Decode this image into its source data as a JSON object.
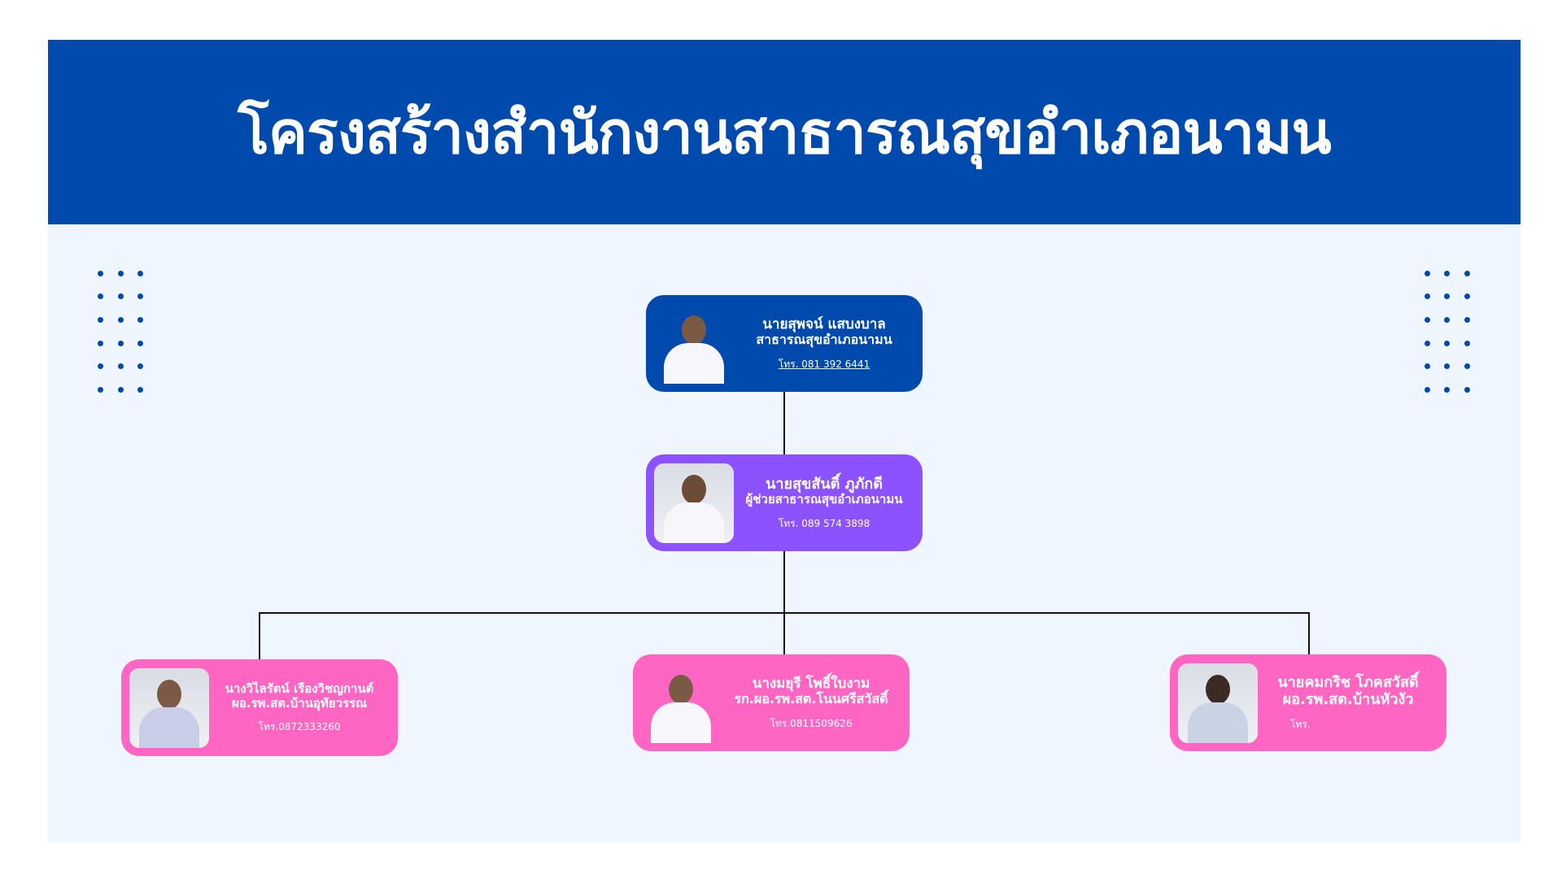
{
  "title": "โครงสร้างสำนักงานสาธารณสุขอำเภอนามน",
  "colors": {
    "banner": "#004aad",
    "director": "#004aad",
    "assistant": "#8c52ff",
    "staff": "#ff66c4"
  },
  "director": {
    "name": "นายสุพจน์ แสบงบาล",
    "role": "สาธารณสุขอำเภอนามน",
    "tel": "โทร. 081 392 6441"
  },
  "assistant": {
    "name": "นายสุขสันติ์ ภูภักดี",
    "role": "ผู้ช่วยสาธารณสุขอำเภอนามน",
    "tel": "โทร. 089 574 3898"
  },
  "staff": [
    {
      "name": "นางวิไลรัตน์ เรืองวิชญกานต์",
      "role": "ผอ.รพ.สต.บ้านอุทัยวรรณ",
      "tel": "โทร.0872333260"
    },
    {
      "name": "นางมยุรี โพธิ์ใบงาม",
      "role": "รก.ผอ.รพ.สต.โนนศรีสวัสดิ์",
      "tel": "โทร.0811509626"
    },
    {
      "name": "นายคมกริช โภคสวัสดิ์",
      "role": "ผอ.รพ.สต.บ้านหัวงัว",
      "tel": "โทร."
    }
  ]
}
